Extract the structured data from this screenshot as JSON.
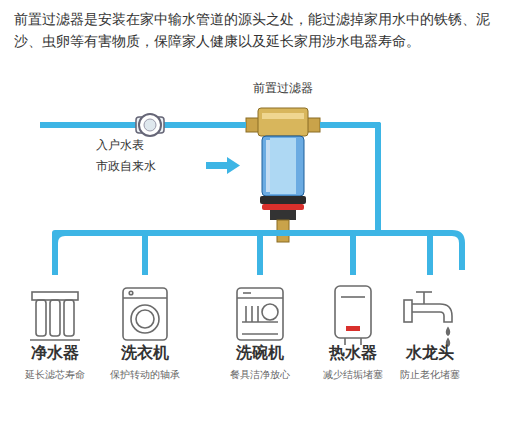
{
  "diagram": {
    "title": "前置过滤器是安装在家中输水管道的源头之处，能过滤掉家用水中的铁锈、泥沙、虫卵等有害物质，保障家人健康以及延长家用涉水电器寿命。",
    "nodes": [
      {
        "text": [
          "入户水表"
        ]
      },
      {
        "text": [
          "前置过滤器"
        ]
      },
      {
        "text": [
          "净水器",
          "延长滤芯寿命"
        ]
      },
      {
        "text": [
          "洗衣机",
          "保护转动的轴承"
        ]
      },
      {
        "text": [
          "洗碗机",
          "餐具洁净放心"
        ]
      },
      {
        "text": [
          "热水器",
          "减少结垢堵塞"
        ]
      },
      {
        "text": [
          "水龙头",
          "防止老化堵塞"
        ]
      }
    ],
    "edges": [
      {
        "from": 0,
        "to": 1,
        "arrow": "none"
      },
      {
        "from": 1,
        "to": 2,
        "arrow": "none"
      },
      {
        "from": 1,
        "to": 3,
        "arrow": "none"
      },
      {
        "from": 1,
        "to": 4,
        "arrow": "none"
      },
      {
        "from": 1,
        "to": 5,
        "arrow": "none"
      },
      {
        "from": 1,
        "to": 6,
        "arrow": "none"
      }
    ],
    "labels": [
      "市政自来水"
    ]
  }
}
